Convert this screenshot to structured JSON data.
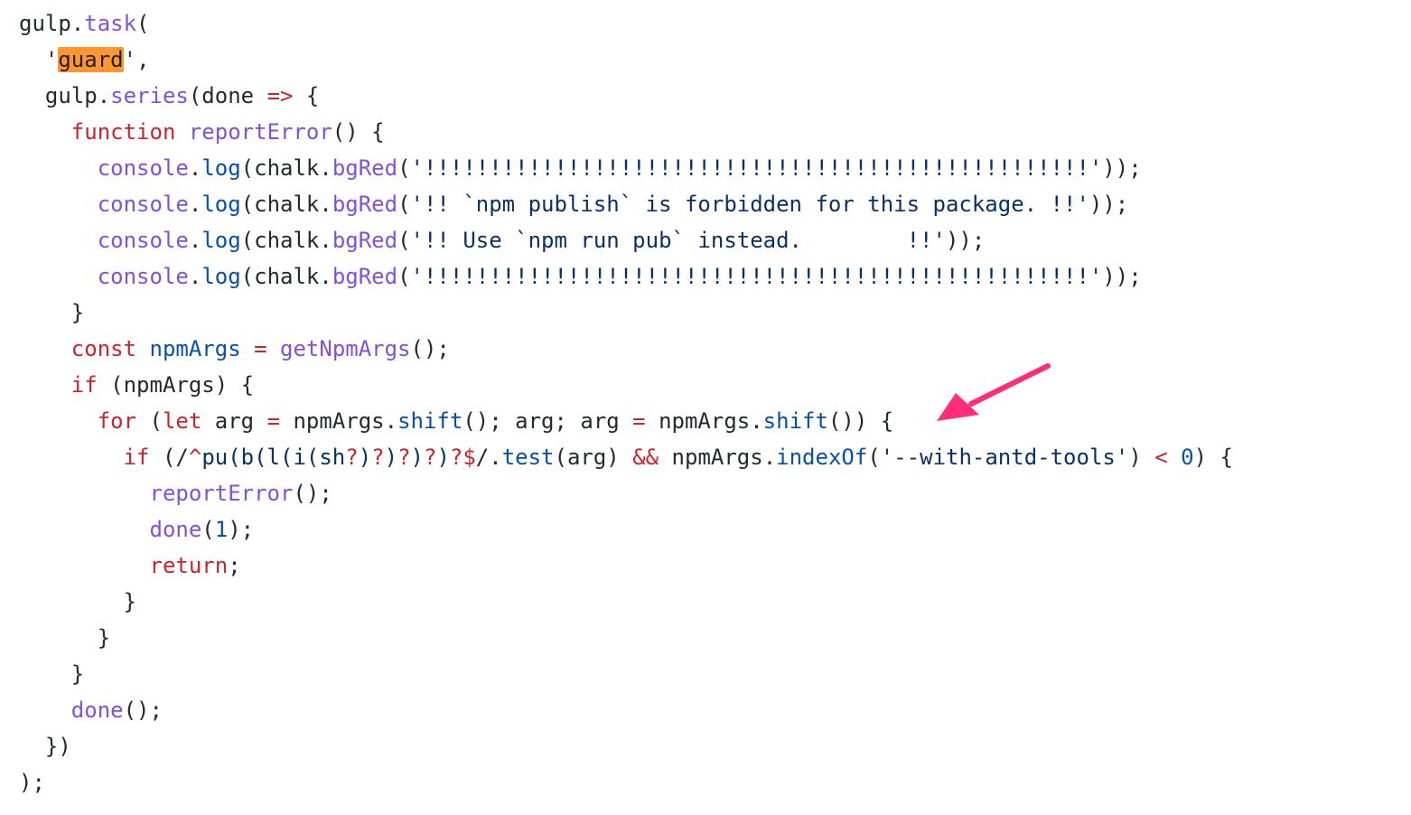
{
  "code": {
    "lines": [
      {
        "indent": 0,
        "tokens": [
          {
            "t": "gulp",
            "k": "plain"
          },
          {
            "t": ".",
            "k": "plain"
          },
          {
            "t": "task",
            "k": "func"
          },
          {
            "t": "(",
            "k": "plain"
          }
        ]
      },
      {
        "indent": 1,
        "tokens": [
          {
            "t": "'",
            "k": "str"
          },
          {
            "t": "guard",
            "k": "hl"
          },
          {
            "t": "'",
            "k": "str"
          },
          {
            "t": ",",
            "k": "plain"
          }
        ]
      },
      {
        "indent": 1,
        "tokens": [
          {
            "t": "gulp",
            "k": "plain"
          },
          {
            "t": ".",
            "k": "plain"
          },
          {
            "t": "series",
            "k": "func"
          },
          {
            "t": "(done ",
            "k": "plain"
          },
          {
            "t": "=>",
            "k": "kw"
          },
          {
            "t": " {",
            "k": "plain"
          }
        ]
      },
      {
        "indent": 2,
        "tokens": [
          {
            "t": "function",
            "k": "kw"
          },
          {
            "t": " ",
            "k": "plain"
          },
          {
            "t": "reportError",
            "k": "func"
          },
          {
            "t": "() {",
            "k": "plain"
          }
        ]
      },
      {
        "indent": 3,
        "tokens": [
          {
            "t": "console",
            "k": "func"
          },
          {
            "t": ".",
            "k": "plain"
          },
          {
            "t": "log",
            "k": "prop"
          },
          {
            "t": "(chalk.",
            "k": "plain"
          },
          {
            "t": "bgRed",
            "k": "func"
          },
          {
            "t": "(",
            "k": "plain"
          },
          {
            "t": "'!!!!!!!!!!!!!!!!!!!!!!!!!!!!!!!!!!!!!!!!!!!!!!!!!!!'",
            "k": "str"
          },
          {
            "t": "));",
            "k": "plain"
          }
        ]
      },
      {
        "indent": 3,
        "tokens": [
          {
            "t": "console",
            "k": "func"
          },
          {
            "t": ".",
            "k": "plain"
          },
          {
            "t": "log",
            "k": "prop"
          },
          {
            "t": "(chalk.",
            "k": "plain"
          },
          {
            "t": "bgRed",
            "k": "func"
          },
          {
            "t": "(",
            "k": "plain"
          },
          {
            "t": "'!! `npm publish` is forbidden for this package. !!'",
            "k": "str"
          },
          {
            "t": "));",
            "k": "plain"
          }
        ]
      },
      {
        "indent": 3,
        "tokens": [
          {
            "t": "console",
            "k": "func"
          },
          {
            "t": ".",
            "k": "plain"
          },
          {
            "t": "log",
            "k": "prop"
          },
          {
            "t": "(chalk.",
            "k": "plain"
          },
          {
            "t": "bgRed",
            "k": "func"
          },
          {
            "t": "(",
            "k": "plain"
          },
          {
            "t": "'!! Use `npm run pub` instead.        !!'",
            "k": "str"
          },
          {
            "t": "));",
            "k": "plain"
          }
        ]
      },
      {
        "indent": 3,
        "tokens": [
          {
            "t": "console",
            "k": "func"
          },
          {
            "t": ".",
            "k": "plain"
          },
          {
            "t": "log",
            "k": "prop"
          },
          {
            "t": "(chalk.",
            "k": "plain"
          },
          {
            "t": "bgRed",
            "k": "func"
          },
          {
            "t": "(",
            "k": "plain"
          },
          {
            "t": "'!!!!!!!!!!!!!!!!!!!!!!!!!!!!!!!!!!!!!!!!!!!!!!!!!!!'",
            "k": "str"
          },
          {
            "t": "));",
            "k": "plain"
          }
        ]
      },
      {
        "indent": 2,
        "tokens": [
          {
            "t": "}",
            "k": "plain"
          }
        ]
      },
      {
        "indent": 2,
        "tokens": [
          {
            "t": "const",
            "k": "kw"
          },
          {
            "t": " ",
            "k": "plain"
          },
          {
            "t": "npmArgs",
            "k": "prop"
          },
          {
            "t": " ",
            "k": "plain"
          },
          {
            "t": "=",
            "k": "kw"
          },
          {
            "t": " ",
            "k": "plain"
          },
          {
            "t": "getNpmArgs",
            "k": "func"
          },
          {
            "t": "();",
            "k": "plain"
          }
        ]
      },
      {
        "indent": 2,
        "tokens": [
          {
            "t": "if",
            "k": "kw"
          },
          {
            "t": " (npmArgs) {",
            "k": "plain"
          }
        ]
      },
      {
        "indent": 3,
        "tokens": [
          {
            "t": "for",
            "k": "kw"
          },
          {
            "t": " (",
            "k": "plain"
          },
          {
            "t": "let",
            "k": "kw"
          },
          {
            "t": " arg ",
            "k": "plain"
          },
          {
            "t": "=",
            "k": "kw"
          },
          {
            "t": " npmArgs.",
            "k": "plain"
          },
          {
            "t": "shift",
            "k": "prop"
          },
          {
            "t": "(); arg; arg ",
            "k": "plain"
          },
          {
            "t": "=",
            "k": "kw"
          },
          {
            "t": " npmArgs.",
            "k": "plain"
          },
          {
            "t": "shift",
            "k": "prop"
          },
          {
            "t": "()) {",
            "k": "plain"
          }
        ]
      },
      {
        "indent": 4,
        "tokens": [
          {
            "t": "if",
            "k": "kw"
          },
          {
            "t": " (/",
            "k": "plain"
          },
          {
            "t": "^",
            "k": "kw"
          },
          {
            "t": "pu(b(l(i(sh",
            "k": "str"
          },
          {
            "t": "?",
            "k": "kw"
          },
          {
            "t": ")",
            "k": "str"
          },
          {
            "t": "?",
            "k": "kw"
          },
          {
            "t": ")",
            "k": "str"
          },
          {
            "t": "?",
            "k": "kw"
          },
          {
            "t": ")",
            "k": "str"
          },
          {
            "t": "?",
            "k": "kw"
          },
          {
            "t": ")",
            "k": "str"
          },
          {
            "t": "?",
            "k": "kw"
          },
          {
            "t": "$",
            "k": "kw"
          },
          {
            "t": "/.",
            "k": "plain"
          },
          {
            "t": "test",
            "k": "prop"
          },
          {
            "t": "(arg) ",
            "k": "plain"
          },
          {
            "t": "&&",
            "k": "kw"
          },
          {
            "t": " npmArgs.",
            "k": "plain"
          },
          {
            "t": "indexOf",
            "k": "prop"
          },
          {
            "t": "(",
            "k": "plain"
          },
          {
            "t": "'--with-antd-tools'",
            "k": "str"
          },
          {
            "t": ") ",
            "k": "plain"
          },
          {
            "t": "<",
            "k": "kw"
          },
          {
            "t": " ",
            "k": "plain"
          },
          {
            "t": "0",
            "k": "num"
          },
          {
            "t": ") {",
            "k": "plain"
          }
        ]
      },
      {
        "indent": 5,
        "tokens": [
          {
            "t": "reportError",
            "k": "func"
          },
          {
            "t": "();",
            "k": "plain"
          }
        ]
      },
      {
        "indent": 5,
        "tokens": [
          {
            "t": "done",
            "k": "func"
          },
          {
            "t": "(",
            "k": "plain"
          },
          {
            "t": "1",
            "k": "num"
          },
          {
            "t": ");",
            "k": "plain"
          }
        ]
      },
      {
        "indent": 5,
        "tokens": [
          {
            "t": "return",
            "k": "kw"
          },
          {
            "t": ";",
            "k": "plain"
          }
        ]
      },
      {
        "indent": 4,
        "tokens": [
          {
            "t": "}",
            "k": "plain"
          }
        ]
      },
      {
        "indent": 3,
        "tokens": [
          {
            "t": "}",
            "k": "plain"
          }
        ]
      },
      {
        "indent": 2,
        "tokens": [
          {
            "t": "}",
            "k": "plain"
          }
        ]
      },
      {
        "indent": 2,
        "tokens": [
          {
            "t": "done",
            "k": "func"
          },
          {
            "t": "();",
            "k": "plain"
          }
        ]
      },
      {
        "indent": 1,
        "tokens": [
          {
            "t": "})",
            "k": "plain"
          }
        ]
      },
      {
        "indent": 0,
        "tokens": [
          {
            "t": ");",
            "k": "plain"
          }
        ]
      }
    ]
  },
  "annotation": {
    "arrow_color": "#ff2d7a"
  }
}
